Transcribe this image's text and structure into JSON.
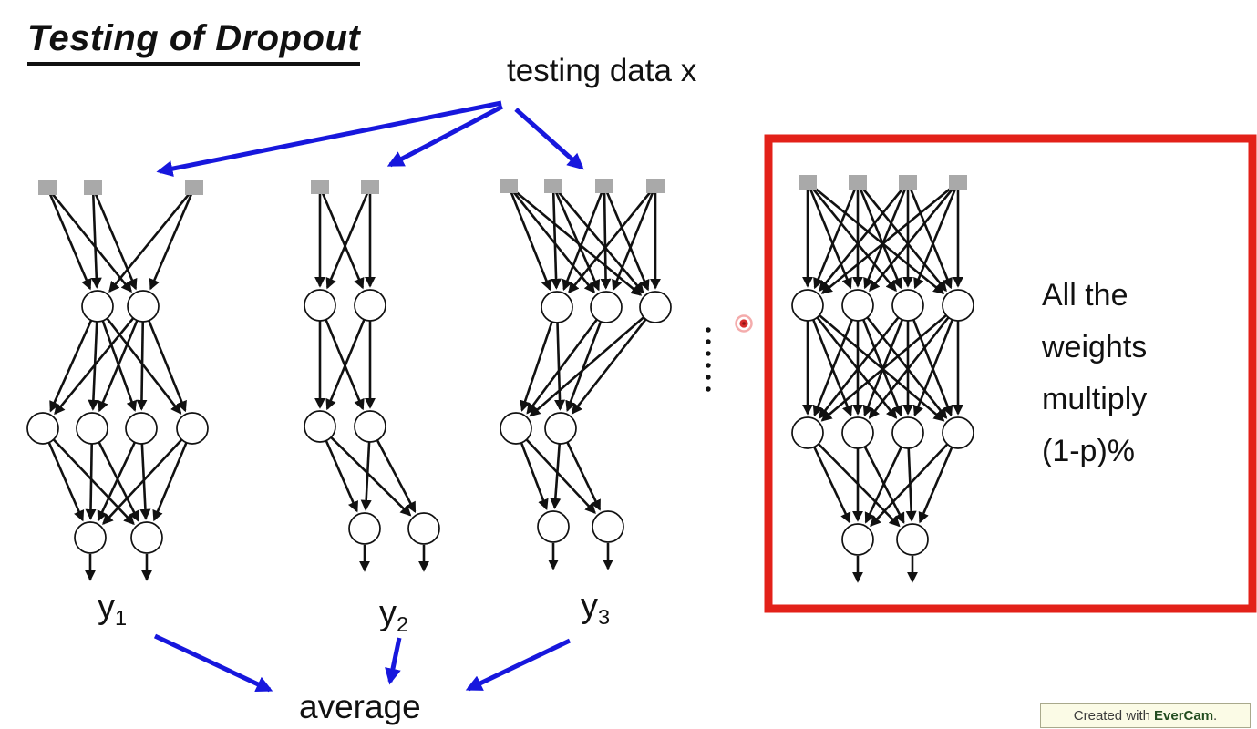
{
  "slide": {
    "title": "Testing of Dropout",
    "testing_data_label": "testing data x",
    "weights_note_lines": [
      "All the",
      "weights",
      "multiply",
      "(1-p)%"
    ],
    "outputs": [
      {
        "base": "y",
        "sub": "1"
      },
      {
        "base": "y",
        "sub": "2"
      },
      {
        "base": "y",
        "sub": "3"
      }
    ],
    "average_label": "average",
    "watermark": {
      "prefix": "Created with",
      "brand": "EverCam",
      "suffix": "."
    }
  },
  "colors": {
    "arrow_blue": "#1717dd",
    "highlight_box_red": "#e32119",
    "input_node_gray": "#a9a9a9",
    "laser_dot_red": "#d62c2c",
    "watermark_bg": "#fbfbe6"
  }
}
